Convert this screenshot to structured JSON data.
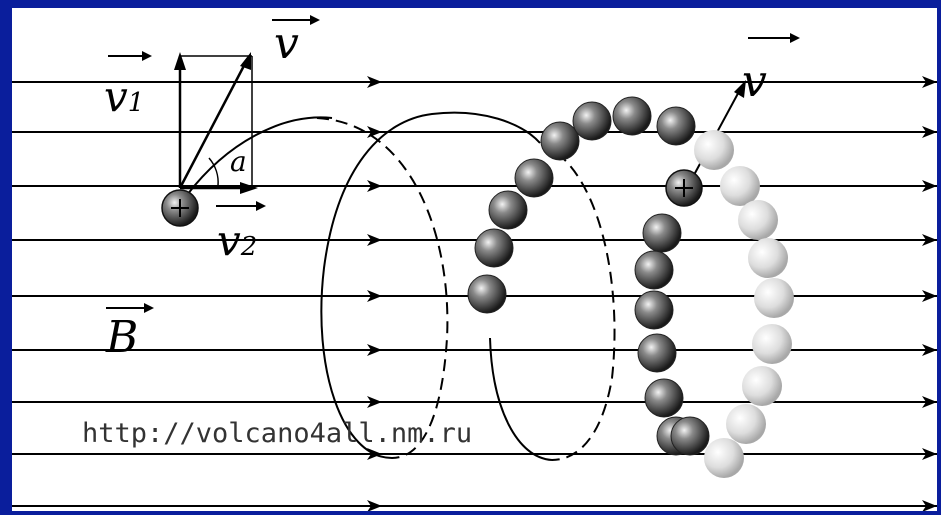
{
  "diagram": {
    "labels": {
      "v": "v",
      "v1_base": "v",
      "v1_sub": "1",
      "v2_base": "v",
      "v2_sub": "2",
      "angle": "a",
      "b_field": "B",
      "v_right": "v",
      "charge_sign": "+"
    },
    "watermark": "http://volcano4all.nm.ru",
    "colors": {
      "frame": "#0a1e9c",
      "background": "#ffffff",
      "lines": "#000000",
      "ball_dark": "#3a3a3a",
      "ball_light": "#d8d8d8"
    }
  }
}
